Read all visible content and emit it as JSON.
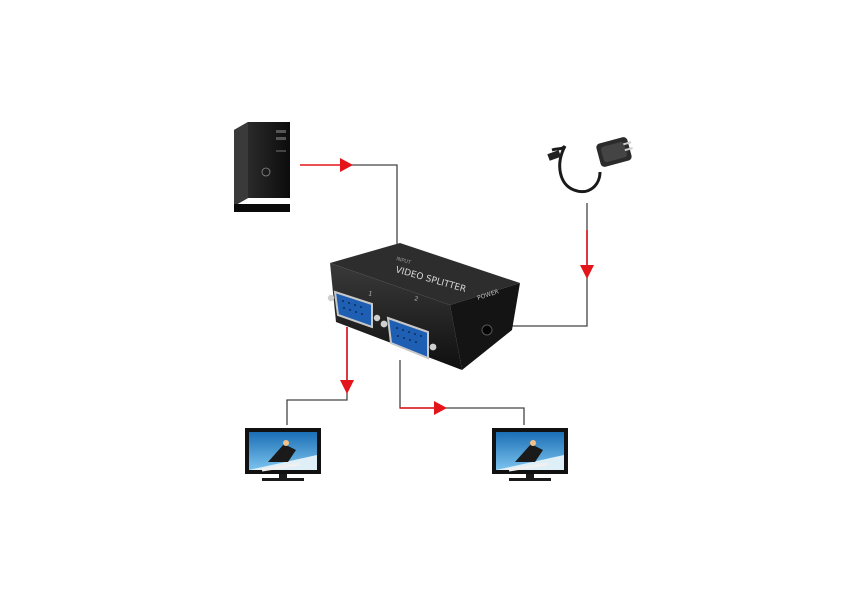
{
  "diagram": {
    "device": {
      "brand_label": "VIDEO SPLITTER",
      "power_label": "POWER",
      "port1_label": "1",
      "port2_label": "2",
      "input_label": "INPUT"
    },
    "colors": {
      "arrow": "#e3151a",
      "line": "#444444",
      "device_body": "#1b1b1b",
      "vga_port": "#1f5fb3",
      "screen_sky": "#2f86c8"
    },
    "icons": [
      "desktop-computer-icon",
      "power-adapter-icon",
      "vga-splitter-device",
      "monitor-icon"
    ]
  }
}
